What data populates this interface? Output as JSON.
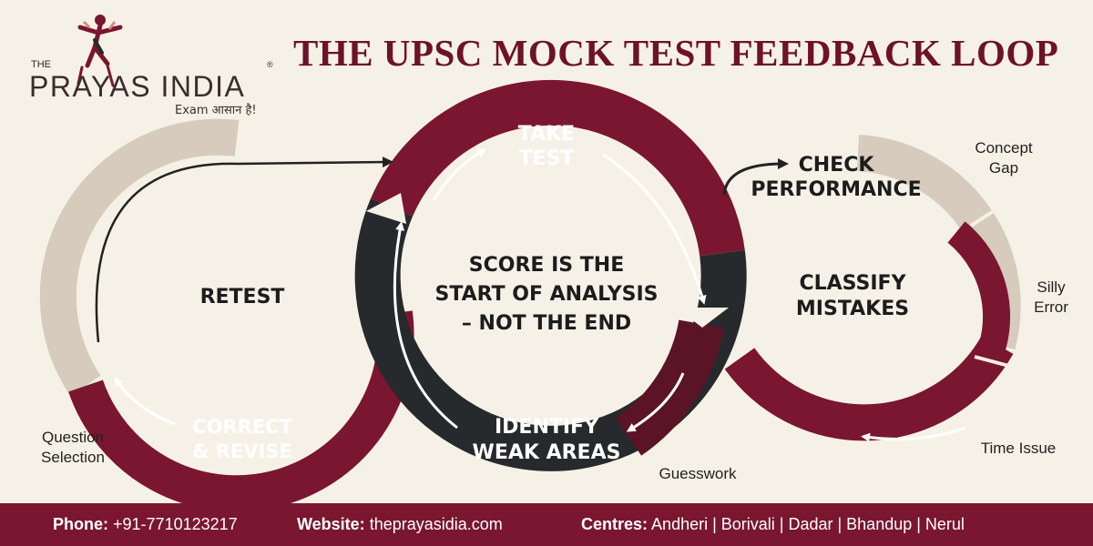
{
  "title": "THE UPSC MOCK TEST FEEDBACK LOOP",
  "logo": {
    "small_text": "THE",
    "name": "PRAYAS INDIA",
    "registered": "®",
    "tagline": "Exam आसान है!"
  },
  "center_text": [
    "SCORE IS THE",
    "START OF ANALYSIS",
    "– NOT THE END"
  ],
  "steps": {
    "take_test": [
      "TAKE",
      "TEST"
    ],
    "check_performance": [
      "CHECK",
      "PERFORMANCE"
    ],
    "classify_mistakes": [
      "CLASSIFY",
      "MISTAKES"
    ],
    "identify_weak_areas": [
      "IDENTIFY",
      "WEAK AREAS"
    ],
    "correct_revise": [
      "CORRECT",
      "& REVISE"
    ],
    "retest": "RETEST"
  },
  "mistake_types": {
    "concept_gap": [
      "Concept",
      "Gap"
    ],
    "silly_error": [
      "Silly",
      "Error"
    ],
    "time_issue": "Time Issue",
    "guesswork": "Guesswork",
    "question_selection": [
      "Question",
      "Selection"
    ]
  },
  "footer": {
    "phone_label": "Phone:",
    "phone": "+91-7710123217",
    "website_label": "Website:",
    "website": "theprayasidia.com",
    "centres_label": "Centres:",
    "centres": "Andheri | Borivali | Dadar | Bhandup | Nerul"
  },
  "colors": {
    "background": "#f6f1e6",
    "maroon": "#7a1630",
    "charcoal": "#272a2c",
    "beige": "#d6cbbd",
    "title": "#6d1228"
  }
}
